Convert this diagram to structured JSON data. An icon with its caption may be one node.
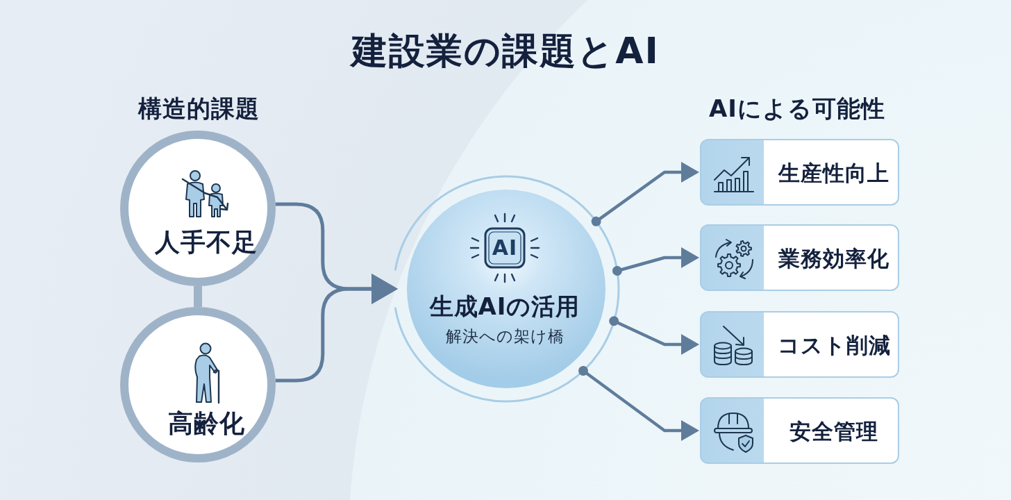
{
  "diagram": {
    "title": "建設業の課題とAI",
    "nodes": [
      {
        "text": [
          "人手不足"
        ]
      },
      {
        "text": [
          "高齢化"
        ]
      },
      {
        "text": [
          "AI",
          "生成AIの活用",
          "解決への架け橋"
        ]
      },
      {
        "text": [
          "生産性向上"
        ]
      },
      {
        "text": [
          "業務効率化"
        ]
      },
      {
        "text": [
          "コスト削減"
        ]
      },
      {
        "text": [
          "安全管理"
        ]
      }
    ],
    "edges": [
      {
        "from": 0,
        "to": 1,
        "arrow": "none",
        "style": "thick",
        "color": "#9fb3c8"
      },
      {
        "from": 0,
        "to": 2,
        "arrow": "to"
      },
      {
        "from": 1,
        "to": 2,
        "arrow": "to"
      },
      {
        "from": 2,
        "to": 3,
        "arrow": "to"
      },
      {
        "from": 2,
        "to": 4,
        "arrow": "to"
      },
      {
        "from": 2,
        "to": 5,
        "arrow": "to"
      },
      {
        "from": 2,
        "to": 6,
        "arrow": "to"
      }
    ],
    "labels": [
      "構造的課題",
      "AIによる可能性"
    ]
  }
}
